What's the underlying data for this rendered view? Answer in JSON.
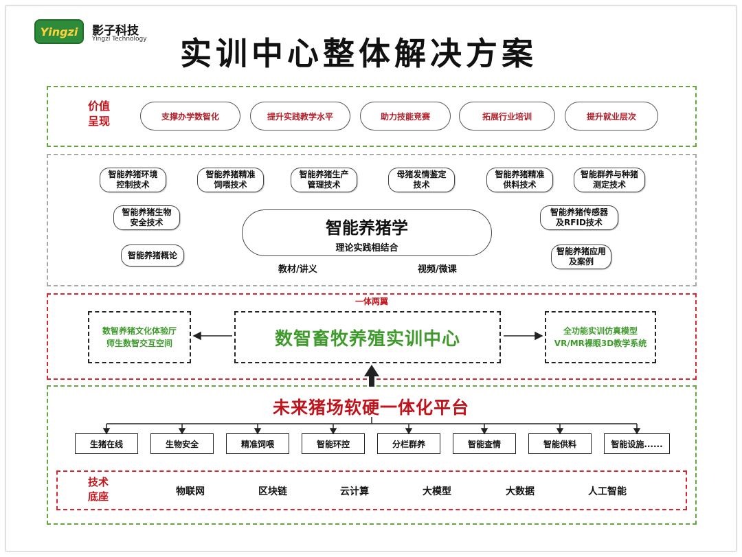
{
  "brand": {
    "badge": "Yingzi",
    "name": "影子科技",
    "subtitle": "Yingzi Technology"
  },
  "title": "实训中心整体解决方案",
  "value_section": {
    "label_line1": "价值",
    "label_line2": "呈现",
    "items": [
      "支撑办学数智化",
      "提升实践教学水平",
      "助力技能竞赛",
      "拓展行业培训",
      "提升就业层次"
    ]
  },
  "courses": {
    "row1": [
      [
        "智能养猪环境",
        "控制技术"
      ],
      [
        "智能养猪精准",
        "饲喂技术"
      ],
      [
        "智能养猪生产",
        "管理技术"
      ],
      [
        "母猪发情鉴定",
        "技术"
      ],
      [
        "智能养猪精准",
        "供料技术"
      ],
      [
        "智能群养与种猪",
        "测定技术"
      ]
    ],
    "left": [
      [
        "智能养猪生物",
        "安全技术"
      ],
      [
        "智能养猪概论"
      ]
    ],
    "right": [
      [
        "智能养猪传感器",
        "及RFID技术"
      ],
      [
        "智能养猪应用",
        "及案例"
      ]
    ],
    "core_title": "智能养猪学",
    "core_subtitle": "理论实践相结合",
    "materials_left": "教材/讲义",
    "materials_right": "视频/微课"
  },
  "wings": {
    "label": "一体两翼",
    "center": "数智畜牧养殖实训中心",
    "left_line1": "数智养猪文化体验厅",
    "left_line2": "师生数智交互空间",
    "right_line1": "全功能实训仿真模型",
    "right_line2": "VR/MR裸眼3D教学系统"
  },
  "platform": {
    "title": "未来猪场软硬一体化平台",
    "modules": [
      "生猪在线",
      "生物安全",
      "精准饲喂",
      "智能环控",
      "分栏群养",
      "智能查情",
      "智能供料",
      "智能设施......"
    ]
  },
  "tech_base": {
    "label_line1": "技术",
    "label_line2": "底座",
    "items": [
      "物联网",
      "区块链",
      "云计算",
      "大模型",
      "大数据",
      "人工智能"
    ]
  },
  "colors": {
    "green": "#66a540",
    "red": "#d9242c",
    "gray": "#a8a8a8",
    "text_green": "#3f9a2c",
    "text_red": "#c0141c"
  }
}
